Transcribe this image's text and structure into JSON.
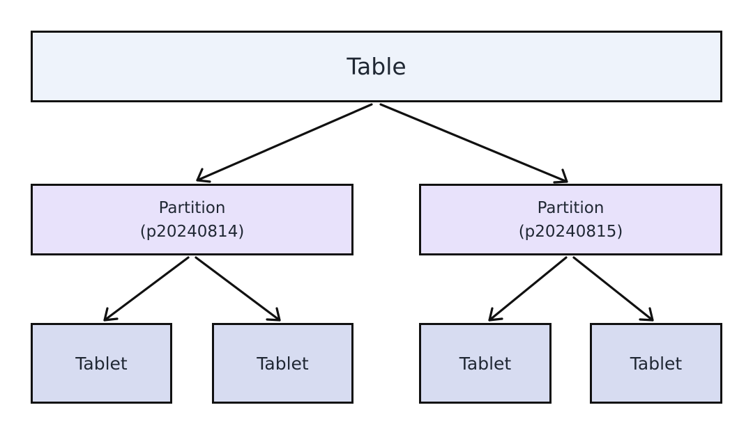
{
  "colors": {
    "table_fill": "#eef3fb",
    "partition_fill": "#e8e2fb",
    "tablet_fill": "#d7dcf1",
    "border": "#111111",
    "text": "#1f2733"
  },
  "diagram": {
    "table": {
      "label": "Table"
    },
    "partitions": [
      {
        "label": "Partition",
        "name": "(p20240814)",
        "tablets": [
          {
            "label": "Tablet"
          },
          {
            "label": "Tablet"
          }
        ]
      },
      {
        "label": "Partition",
        "name": "(p20240815)",
        "tablets": [
          {
            "label": "Tablet"
          },
          {
            "label": "Tablet"
          }
        ]
      }
    ]
  }
}
